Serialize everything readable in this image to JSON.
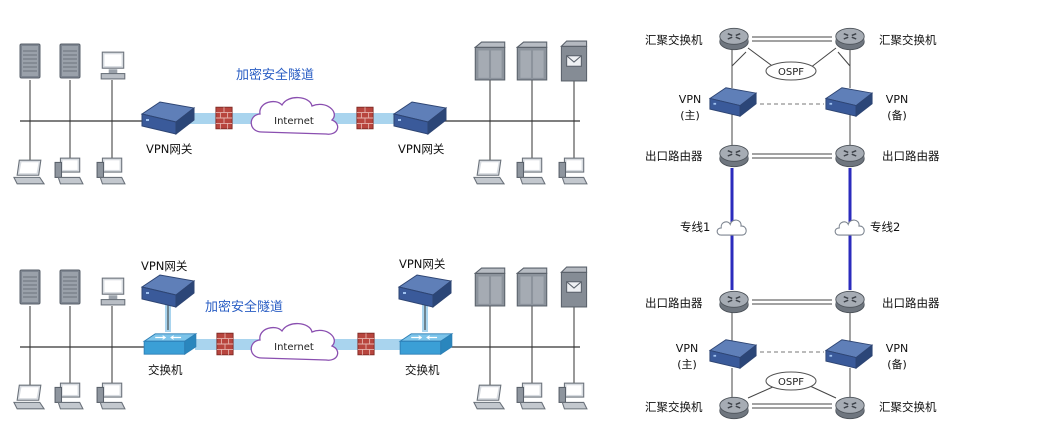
{
  "top_diagram": {
    "tunnel_label": "加密安全隧道",
    "cloud_label": "Internet",
    "left_gateway_label": "VPN网关",
    "right_gateway_label": "VPN网关"
  },
  "bottom_diagram": {
    "tunnel_label": "加密安全隧道",
    "cloud_label": "Internet",
    "left_gateway_label": "VPN网关",
    "right_gateway_label": "VPN网关",
    "left_switch_label": "交换机",
    "right_switch_label": "交换机"
  },
  "right_diagram": {
    "top_agg_left": "汇聚交换机",
    "top_agg_right": "汇聚交换机",
    "top_ospf": "OSPF",
    "top_vpn_left_1": "VPN",
    "top_vpn_left_2": "(主)",
    "top_vpn_right_1": "VPN",
    "top_vpn_right_2": "(备)",
    "top_router_left": "出口路由器",
    "top_router_right": "出口路由器",
    "line1_label": "专线1",
    "line2_label": "专线2",
    "bottom_router_left": "出口路由器",
    "bottom_router_right": "出口路由器",
    "bottom_vpn_left_1": "VPN",
    "bottom_vpn_left_2": "(主)",
    "bottom_vpn_right_1": "VPN",
    "bottom_vpn_right_2": "(备)",
    "bottom_ospf": "OSPF",
    "bottom_agg_left": "汇聚交换机",
    "bottom_agg_right": "汇聚交换机"
  },
  "colors": {
    "tunnel": "#a9d4ee",
    "tunnel_text": "#2a5ec4",
    "leased_line": "#2b2bbd",
    "device_blue": "#3a5a9a",
    "firewall": "#b8453e"
  }
}
